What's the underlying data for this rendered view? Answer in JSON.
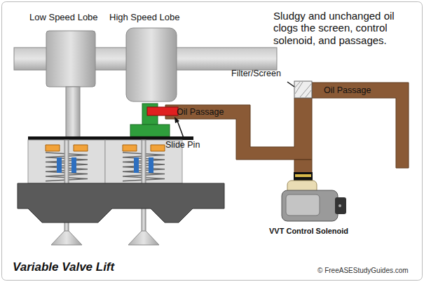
{
  "diagram": {
    "title": "Variable Valve Lift",
    "labels": [
      "Low Speed Lobe",
      "High Speed Lobe",
      "Sludgy and unchanged oil clogs the screen, control solenoid, and passages.",
      "Filter/Screen",
      "Oil Passage",
      "Oil Passage",
      "Slide Pin",
      "VVT Control Solenoid",
      "© FreeASEStudyGuides.com"
    ]
  }
}
